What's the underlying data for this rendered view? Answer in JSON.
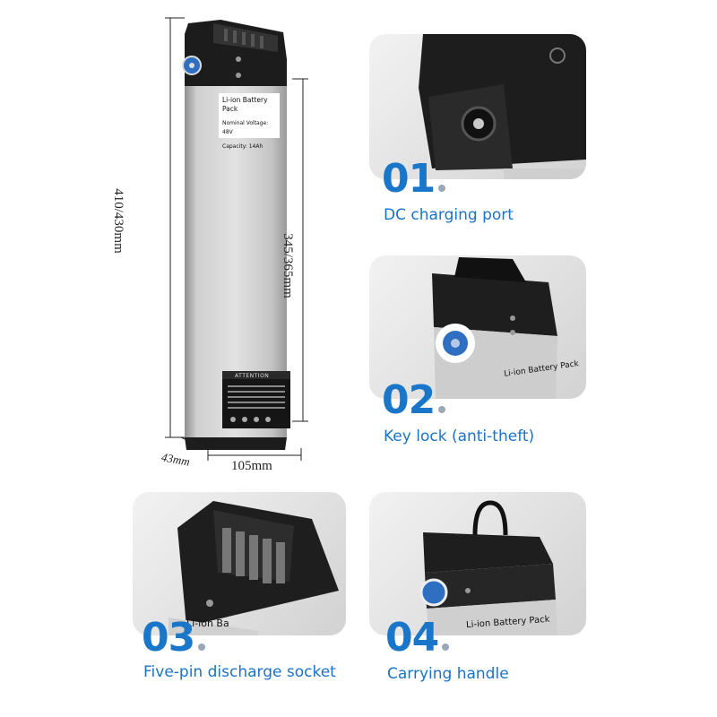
{
  "dimensions": {
    "outer_height": "410/430mm",
    "inner_height": "345/365mm",
    "width": "105mm",
    "depth": "43mm"
  },
  "battery_label": {
    "title": "Li-ion Battery Pack",
    "voltage": "Nominal Voltage: 48V",
    "capacity": "Capacity: 14Ah",
    "warning_title": "ATTENTION"
  },
  "features": [
    {
      "number": "01",
      "caption": "DC charging port"
    },
    {
      "number": "02",
      "caption": "Key lock (anti-theft)",
      "photo_text": "Li-ion Battery Pack"
    },
    {
      "number": "03",
      "caption": "Five-pin discharge socket",
      "photo_text": "Li-ion Ba"
    },
    {
      "number": "04",
      "caption": "Carrying handle",
      "photo_text": "Li-ion Battery Pack"
    }
  ],
  "colors": {
    "accent": "#1976c8",
    "battery_body": "#c9c9c9",
    "battery_cap": "#1c1c1c",
    "lock_blue": "#2f6fc1"
  }
}
